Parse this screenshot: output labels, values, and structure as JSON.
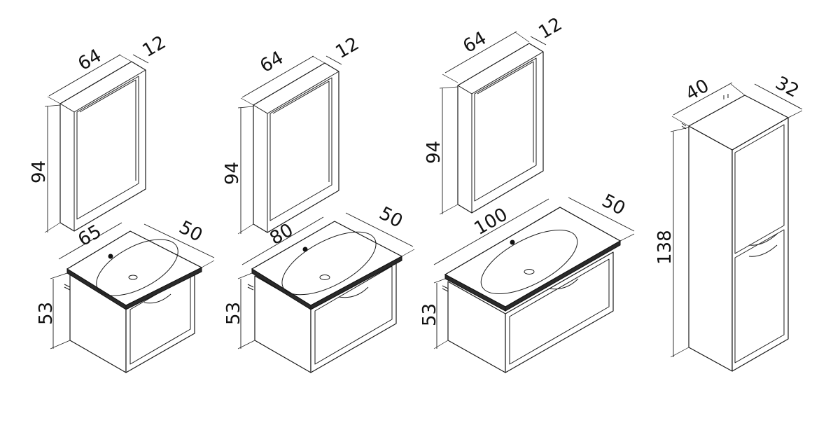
{
  "diagram": {
    "set_1": {
      "mirror": {
        "width": "64",
        "depth": "12",
        "height": "94"
      },
      "vanity": {
        "width": "65",
        "depth": "50",
        "height": "53"
      }
    },
    "set_2": {
      "mirror": {
        "width": "64",
        "depth": "12",
        "height": "94"
      },
      "vanity": {
        "width": "80",
        "depth": "50",
        "height": "53"
      }
    },
    "set_3": {
      "mirror": {
        "width": "64",
        "depth": "12",
        "height": "94"
      },
      "vanity": {
        "width": "100",
        "depth": "50",
        "height": "53"
      }
    },
    "tall_cabinet": {
      "width": "40",
      "depth": "32",
      "height": "138"
    }
  }
}
